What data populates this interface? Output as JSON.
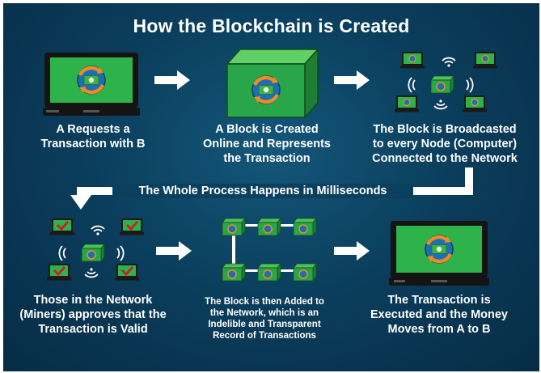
{
  "title": "How the Blockchain is Created",
  "steps": [
    {
      "lines": [
        "A Requests a",
        "Transaction with B"
      ]
    },
    {
      "lines": [
        "A Block is Created",
        "Online and Represents",
        "the Transaction"
      ]
    },
    {
      "lines": [
        "The Block is Broadcasted",
        "to every Node (Computer)",
        "Connected to the Network"
      ]
    },
    {
      "lines": [
        "Those in the Network",
        "(Miners) approves that the",
        "Transaction is Valid"
      ]
    },
    {
      "lines": [
        "The Block is then Added to",
        "the Network, which is an",
        "Indelible and Transparent",
        "Record of Transactions"
      ]
    },
    {
      "lines": [
        "The Transaction is",
        "Executed and the Money",
        "Moves from A to B"
      ]
    }
  ],
  "banner": "The Whole Process Happens in Milliseconds",
  "colors": {
    "background": "#0b3f5e",
    "screen_green": "#2db34a",
    "cube_green": "#2aa64a",
    "arrow": "#ffffff",
    "ring_orange": "#f08a24",
    "coin_blue": "#1d6fb4",
    "check_red": "#c8202a"
  },
  "icons": [
    "laptop-icon",
    "block-icon",
    "broadcast-network-icon",
    "approval-network-icon",
    "blockchain-icon",
    "monitor-icon",
    "arrow-icon",
    "money-exchange-icon"
  ]
}
